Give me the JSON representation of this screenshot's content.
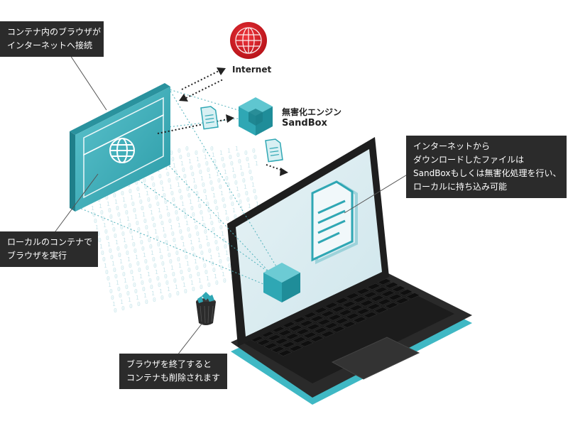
{
  "labels": {
    "internet": "Internet",
    "engine_line1": "無害化エンジン",
    "engine_line2": "SandBox"
  },
  "callouts": {
    "container_browser": [
      "コンテナ内のブラウザが",
      "インターネットへ接続"
    ],
    "local_container": [
      "ローカルのコンテナで",
      "ブラウザを実行"
    ],
    "download": [
      "インターネットから",
      "ダウンロードしたファイルは",
      "SandBoxもしくは無害化処理を行い、",
      "ローカルに持ち込み可能"
    ],
    "terminate": [
      "ブラウザを終了すると",
      "コンテナも削除されます"
    ]
  },
  "colors": {
    "teal": "#2fa7b4",
    "teal_dark": "#1f8d99",
    "globe_red": "#d71a21",
    "callout_bg": "#2b2b2b",
    "laptop_body": "#2a2a2a",
    "laptop_edge": "#3fb8c4"
  },
  "icons": [
    "globe-icon",
    "document-icon",
    "cube-icon",
    "trash-icon"
  ]
}
